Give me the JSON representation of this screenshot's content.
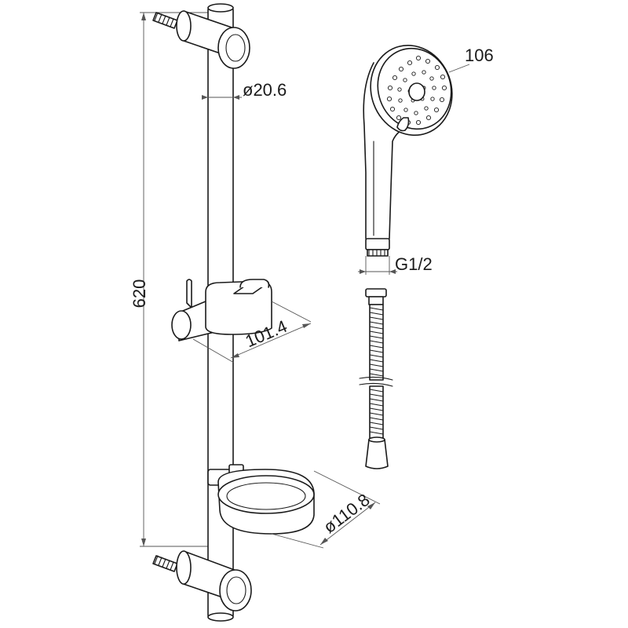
{
  "dimensions": {
    "rail_length": "620",
    "rail_diameter": "ø20.6",
    "holder_projection": "101.4",
    "soap_dish_diameter": "ø110.8",
    "head_diameter": "106",
    "thread": "G1/2"
  }
}
